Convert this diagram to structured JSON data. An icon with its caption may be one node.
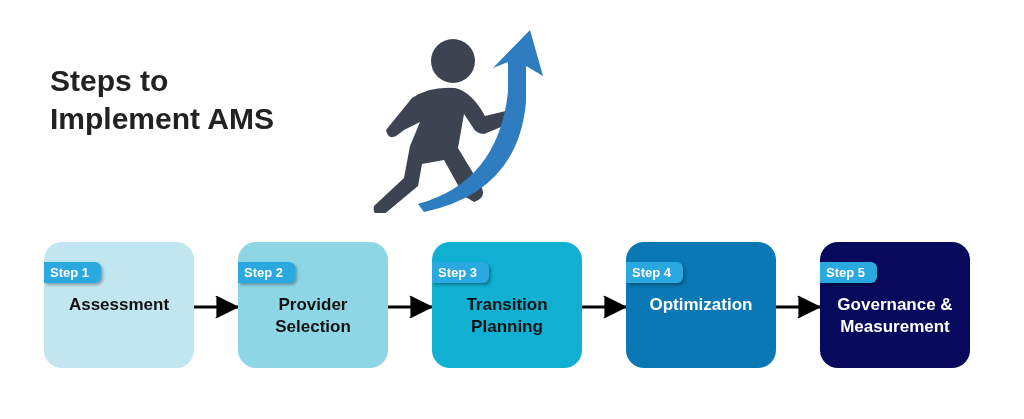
{
  "diagram": {
    "title": "Steps to Implement AMS",
    "nodes": [
      {
        "text": [
          "Step 1",
          "Assessment"
        ]
      },
      {
        "text": [
          "Step 2",
          "Provider Selection"
        ]
      },
      {
        "text": [
          "Step 3",
          "Transition Planning"
        ]
      },
      {
        "text": [
          "Step 4",
          "Optimization"
        ]
      },
      {
        "text": [
          "Step 5",
          "Governance & Measurement"
        ]
      }
    ],
    "edges": [
      {
        "from": 0,
        "to": 1,
        "arrow": "to"
      },
      {
        "from": 1,
        "to": 2,
        "arrow": "to"
      },
      {
        "from": 2,
        "to": 3,
        "arrow": "to"
      },
      {
        "from": 3,
        "to": 4,
        "arrow": "to"
      }
    ]
  }
}
